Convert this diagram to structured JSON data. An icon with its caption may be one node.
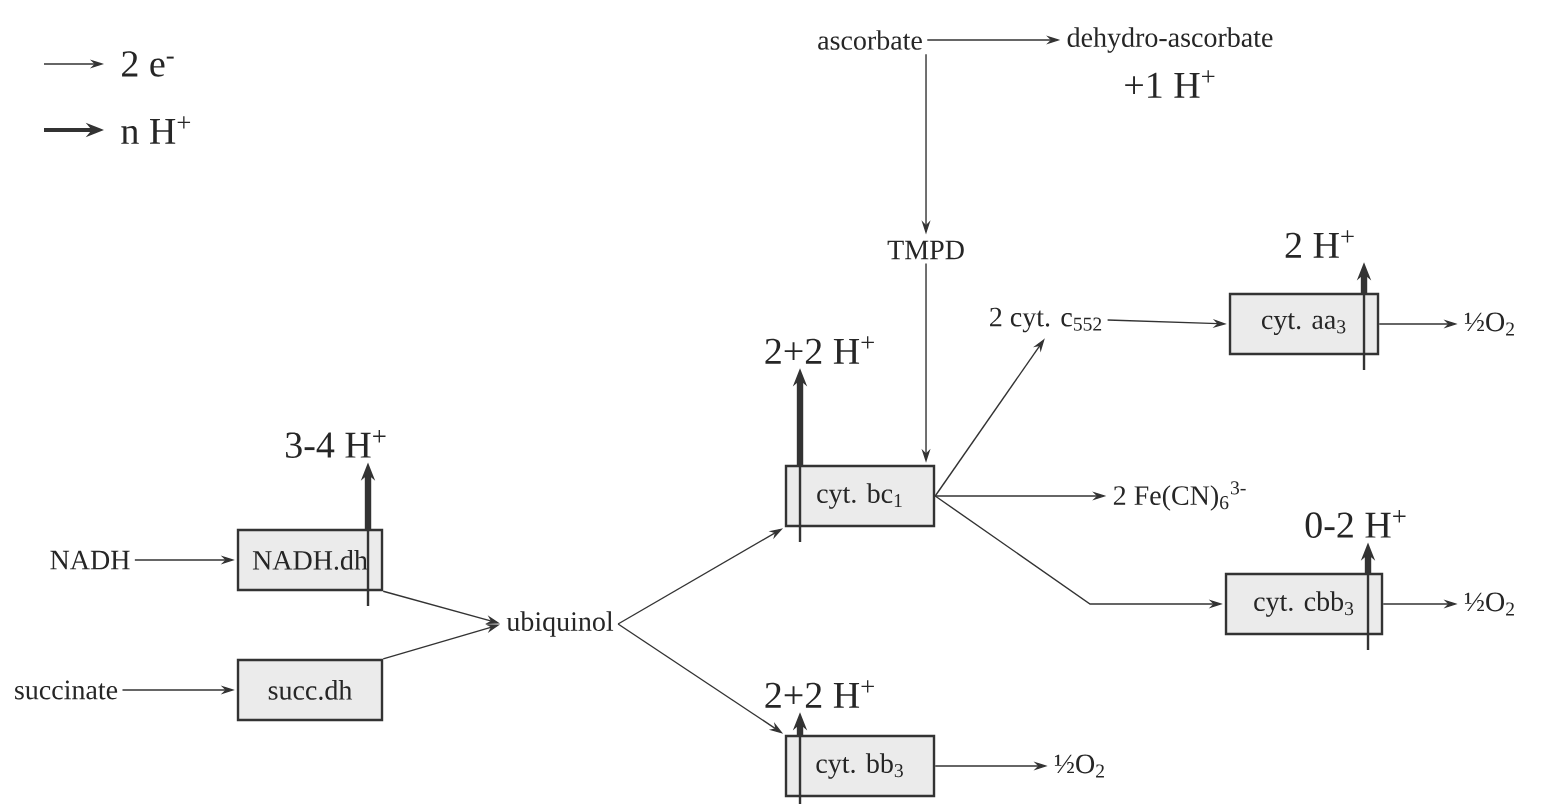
{
  "diagram": {
    "nodes": [
      {
        "text": [
          "NADH"
        ]
      },
      {
        "text": [
          "NADH.dh"
        ]
      },
      {
        "text": [
          "succinate"
        ]
      },
      {
        "text": [
          "succ.dh"
        ]
      },
      {
        "text": [
          "ubiquinol"
        ]
      },
      {
        "text": [
          "cyt. bc$_{1}$"
        ]
      },
      {
        "text": [
          "cyt. bb$_{3}$"
        ]
      },
      {
        "text": [
          "ascorbate"
        ]
      },
      {
        "text": [
          "dehydro-ascorbate"
        ],
        "beside": [
          "+1 H$^{+}$"
        ]
      },
      {
        "text": [
          "TMPD"
        ]
      },
      {
        "text": [
          "2 cyt. c$_{552}$"
        ]
      },
      {
        "text": [
          "cyt. aa$_{3}$"
        ]
      },
      {
        "text": [
          "½O$_{2}$"
        ]
      },
      {
        "text": [
          "2 Fe(CN)$_{6}$$^{3-}$"
        ]
      },
      {
        "text": [
          "cyt. cbb$_{3}$"
        ]
      },
      {
        "text": [
          "½O$_{2}$"
        ]
      },
      {
        "text": [
          "½O$_{2}$"
        ]
      },
      {
        "text": [
          "3-4 H$^{+}$"
        ]
      },
      {
        "text": [
          "2+2 H$^{+}$"
        ]
      },
      {
        "text": [
          "2 H$^{+}$"
        ]
      },
      {
        "text": [
          "0-2 H$^{+}$"
        ]
      },
      {
        "text": [
          "2+2 H$^{+}$"
        ]
      }
    ],
    "edges": [
      {
        "from": 0,
        "to": 1,
        "arrow": "to"
      },
      {
        "from": 2,
        "to": 3,
        "arrow": "to"
      },
      {
        "from": 1,
        "to": 4,
        "arrow": "to"
      },
      {
        "from": 3,
        "to": 4,
        "arrow": "to"
      },
      {
        "from": 4,
        "to": 5,
        "arrow": "to"
      },
      {
        "from": 4,
        "to": 6,
        "arrow": "to"
      },
      {
        "from": 7,
        "to": 8,
        "arrow": "to"
      },
      {
        "from": 7,
        "to": 9,
        "arrow": "to"
      },
      {
        "from": 9,
        "to": 5,
        "arrow": "to"
      },
      {
        "from": 5,
        "to": 10,
        "arrow": "to"
      },
      {
        "from": 10,
        "to": 11,
        "arrow": "to"
      },
      {
        "from": 11,
        "to": 12,
        "arrow": "to"
      },
      {
        "from": 5,
        "to": 13,
        "arrow": "to"
      },
      {
        "from": 5,
        "to": 14,
        "arrow": "to"
      },
      {
        "from": 14,
        "to": 15,
        "arrow": "to"
      },
      {
        "from": 6,
        "to": 16,
        "arrow": "to"
      },
      {
        "from": 1,
        "to": 17,
        "arrow": "to",
        "style": "thick"
      },
      {
        "from": 5,
        "to": 18,
        "arrow": "to",
        "style": "thick"
      },
      {
        "from": 11,
        "to": 19,
        "arrow": "to",
        "style": "thick"
      },
      {
        "from": 14,
        "to": 20,
        "arrow": "to",
        "style": "thick"
      },
      {
        "from": 6,
        "to": 21,
        "arrow": "to",
        "style": "thick"
      }
    ],
    "legend": [
      {
        "text": "2 e$^{-}$"
      },
      {
        "text": "n H$^{+}$"
      }
    ]
  }
}
